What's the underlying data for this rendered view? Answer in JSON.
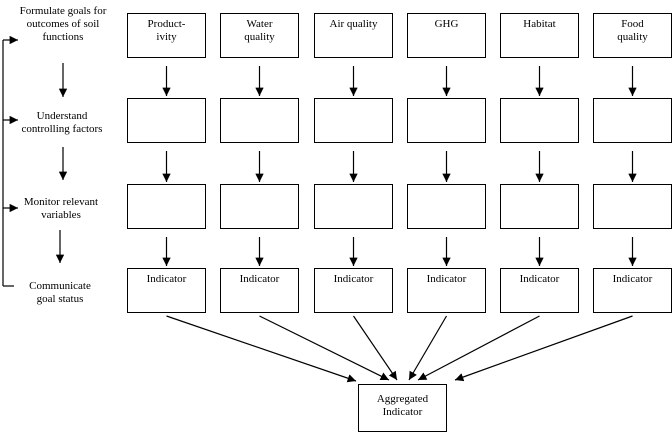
{
  "steps": [
    "Formulate goals for\noutcomes of soil\nfunctions",
    "Understand\ncontrolling factors",
    "Monitor relevant\nvariables",
    "Communicate\ngoal status"
  ],
  "functions": [
    "Product-\nivity",
    "Water\nquality",
    "Air quality",
    "GHG",
    "Habitat",
    "Food\nquality"
  ],
  "indicator_label": "Indicator",
  "aggregated_label": "Aggregated\nIndicator"
}
